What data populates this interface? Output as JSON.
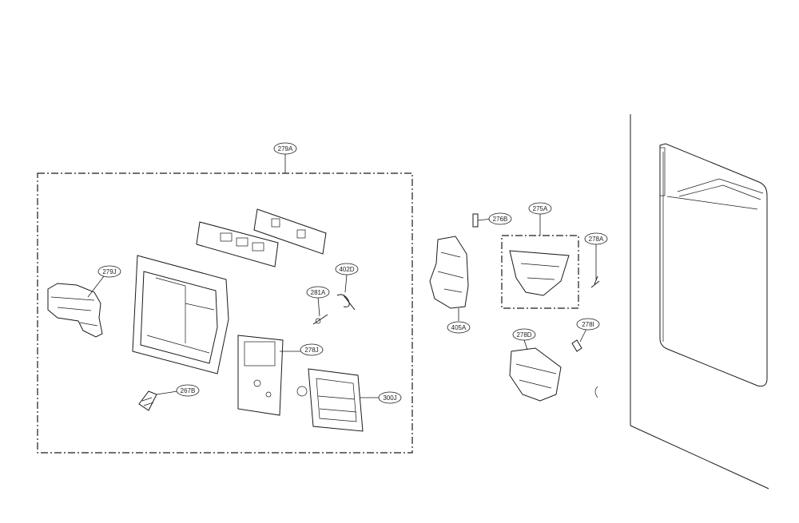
{
  "callouts": {
    "c279A": "279A",
    "c279J": "279J",
    "c281A": "281A",
    "c402D": "402D",
    "c278J": "278J",
    "c300J": "300J",
    "c267B": "267B",
    "c276B": "276B",
    "c275A": "275A",
    "c278A": "278A",
    "c405A": "405A",
    "c278D": "278D",
    "c278I": "278I"
  }
}
